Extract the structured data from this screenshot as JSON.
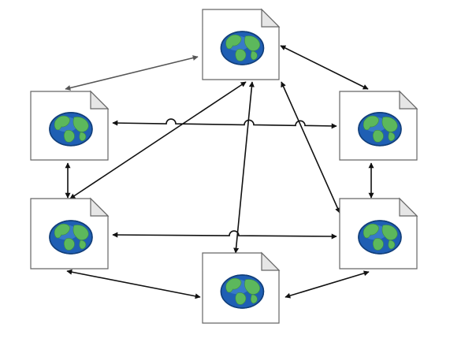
{
  "diagram": {
    "style": {
      "background": "#ffffff",
      "arrow_color": "#111111",
      "arrow_color_secondary": "#555555",
      "doc_fill": "#ffffff",
      "doc_stroke": "#666666",
      "doc_fold_fill": "#e6e6e6",
      "globe_ocean": "#1f5fb4",
      "globe_ocean_light": "#4a8fd8",
      "globe_land": "#5cb85c",
      "globe_outline": "#123f7a"
    },
    "nodes": [
      {
        "id": "top",
        "icon": "web-document-globe-icon"
      },
      {
        "id": "upper-left",
        "icon": "web-document-globe-icon"
      },
      {
        "id": "upper-right",
        "icon": "web-document-globe-icon"
      },
      {
        "id": "lower-left",
        "icon": "web-document-globe-icon"
      },
      {
        "id": "lower-right",
        "icon": "web-document-globe-icon"
      },
      {
        "id": "bottom",
        "icon": "web-document-globe-icon"
      }
    ],
    "edges": [
      {
        "from": "top",
        "to": "upper-left",
        "direction": "both",
        "tone": "secondary"
      },
      {
        "from": "top",
        "to": "upper-right",
        "direction": "both"
      },
      {
        "from": "top",
        "to": "lower-left",
        "direction": "both"
      },
      {
        "from": "top",
        "to": "bottom",
        "direction": "both"
      },
      {
        "from": "top",
        "to": "lower-right",
        "direction": "both"
      },
      {
        "from": "upper-left",
        "to": "upper-right",
        "direction": "both",
        "crossings": 3
      },
      {
        "from": "upper-left",
        "to": "lower-left",
        "direction": "both"
      },
      {
        "from": "upper-right",
        "to": "lower-right",
        "direction": "both"
      },
      {
        "from": "lower-left",
        "to": "lower-right",
        "direction": "both",
        "crossings": 1
      },
      {
        "from": "lower-left",
        "to": "bottom",
        "direction": "both"
      },
      {
        "from": "bottom",
        "to": "lower-right",
        "direction": "both"
      }
    ]
  }
}
